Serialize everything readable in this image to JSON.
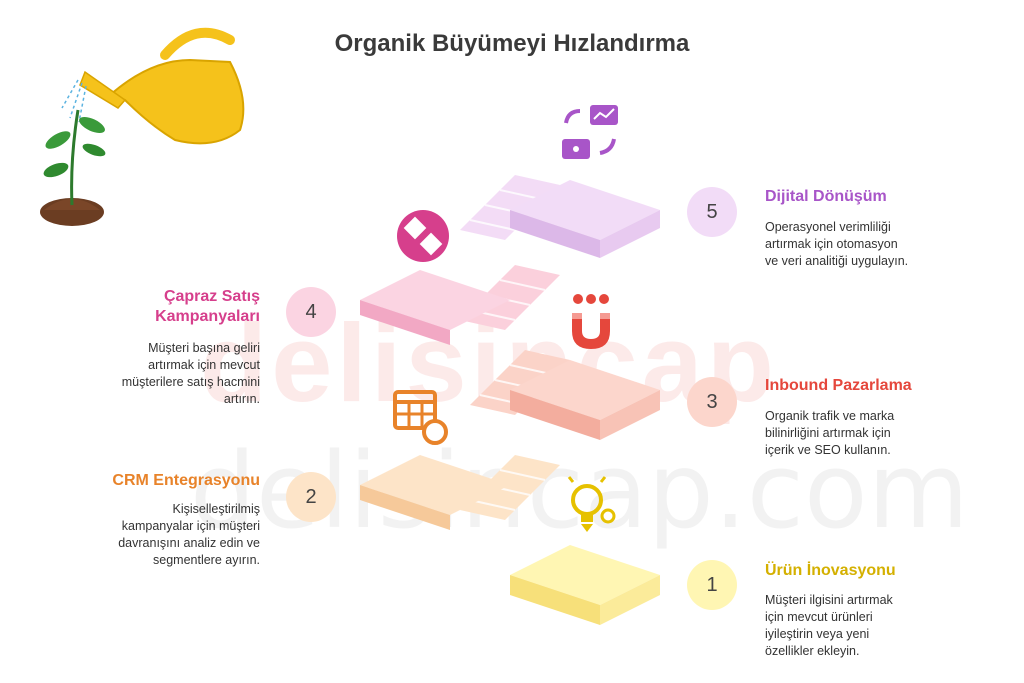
{
  "title": "Organik Büyümeyi Hızlandırma",
  "watermark": {
    "line1": "delisincap",
    "line2": "delisincap.com"
  },
  "steps": [
    {
      "number": "1",
      "title": "Ürün İnovasyonu",
      "desc": [
        "Müşteri ilgisini artırmak",
        "için mevcut ürünleri",
        "iyileştirin veya yeni",
        "özellikler ekleyin."
      ],
      "color": "#e6c100",
      "icon": "lightbulb-gear-icon"
    },
    {
      "number": "2",
      "title": "CRM Entegrasyonu",
      "desc": [
        "Kişiselleştirilmiş",
        "kampanyalar için müşteri",
        "davranışını analiz edin ve",
        "segmentlere ayırın."
      ],
      "color": "#e8832a",
      "icon": "table-sync-icon"
    },
    {
      "number": "3",
      "title": "Inbound Pazarlama",
      "desc": [
        "Organik trafik ve marka",
        "bilinirliğini artırmak için",
        "içerik ve SEO kullanın."
      ],
      "color": "#e5473c",
      "icon": "magnet-people-icon"
    },
    {
      "number": "4",
      "title": [
        "Çapraz Satış",
        "Kampanyaları"
      ],
      "desc": [
        "Müşteri başına geliri",
        "artırmak için mevcut",
        "müşterilere satış hacmini",
        "artırın."
      ],
      "color": "#d63f8c",
      "icon": "gear-swap-icon"
    },
    {
      "number": "5",
      "title": "Dijital Dönüşüm",
      "desc": [
        "Operasyonel verimliliği",
        "artırmak için otomasyon",
        "ve veri analitiği uygulayın."
      ],
      "color": "#a855c8",
      "icon": "monitor-exchange-icon"
    }
  ]
}
